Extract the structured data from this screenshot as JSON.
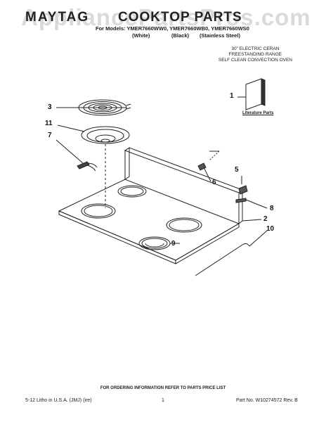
{
  "header": {
    "brand": "MAYTAG",
    "title": "COOKTOP PARTS",
    "watermark": "AppliancePartsPros.com",
    "models": "For Models: YMER7660WW0, YMER7660WB0, YMER7660WS0",
    "finish_white": "(White)",
    "finish_black": "(Black)",
    "finish_stainless": "(Stainless Steel)"
  },
  "description": {
    "line1": "30\" ELECTRIC CERAN",
    "line2": "FREESTANDING RANGE",
    "line3": "SELF CLEAN CONVECTION OVEN"
  },
  "callouts": {
    "c1": "1",
    "c2": "2",
    "c3": "3",
    "c5": "5",
    "c6": "6",
    "c7": "7",
    "c8": "8",
    "c9": "9",
    "c10": "10",
    "c11": "11"
  },
  "literature_label": "Literature Parts",
  "footer": {
    "ordering_info": "FOR ORDERING INFORMATION REFER TO PARTS PRICE LIST",
    "left": "5-12  Litho in U.S.A. (JMJ) (ire)",
    "page": "1",
    "right": "Part No. W10274572 Rev. B"
  }
}
